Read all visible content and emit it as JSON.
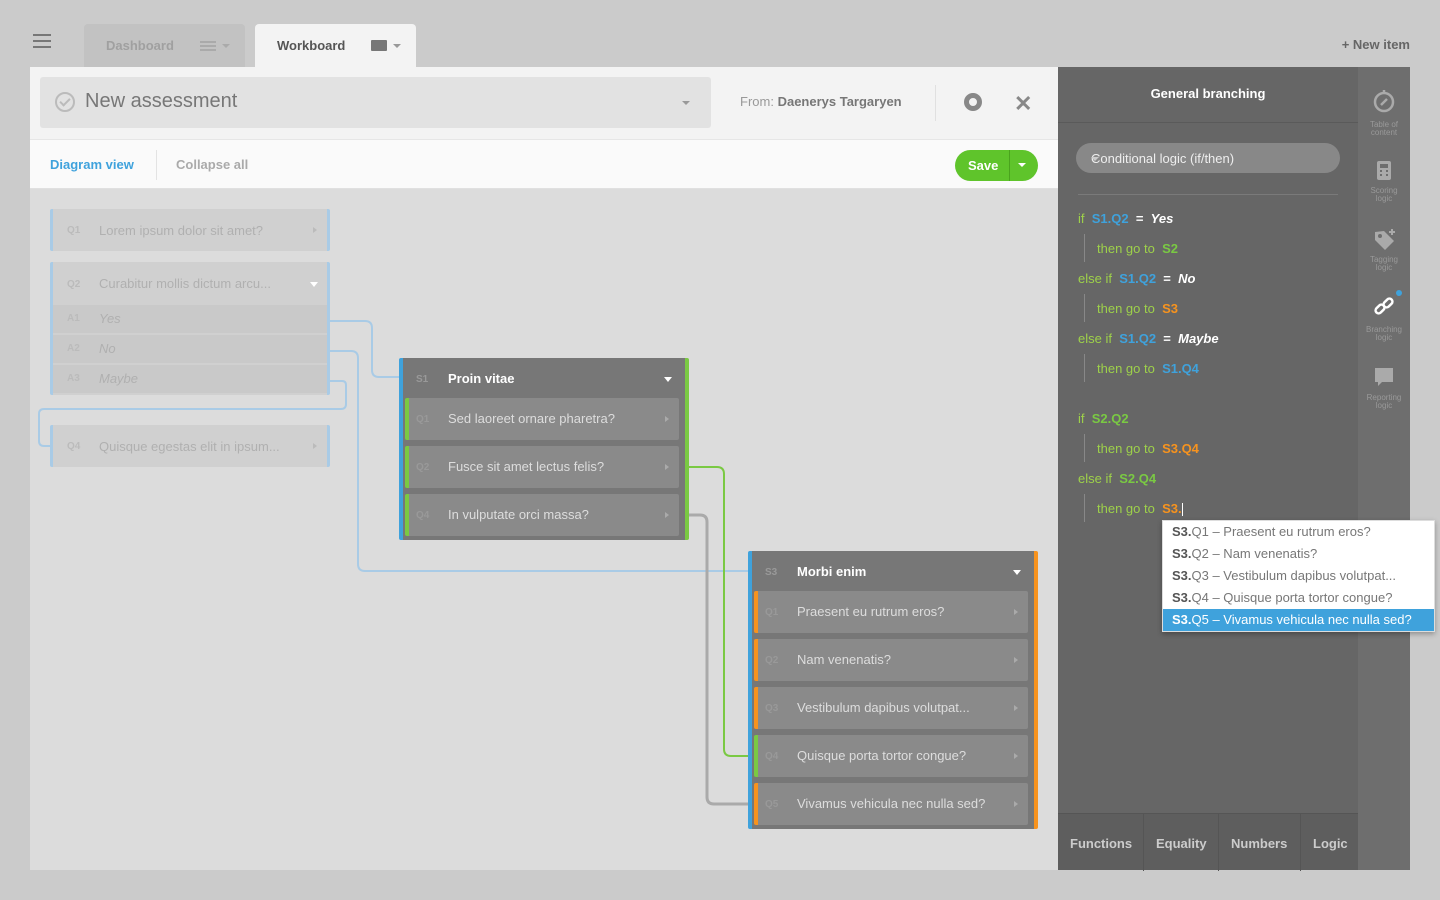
{
  "topbar": {
    "tabs": [
      {
        "label": "Dashboard"
      },
      {
        "label": "Workboard"
      }
    ],
    "new_item": "+ New item"
  },
  "header": {
    "title": "New assessment",
    "from_label": "From:",
    "from_name": "Daenerys Targaryen"
  },
  "toolbar": {
    "diagram_view": "Diagram view",
    "collapse_all": "Collapse all",
    "save": "Save"
  },
  "canvas": {
    "faded": [
      {
        "num": "Q1",
        "text": "Lorem ipsum dolor sit amet?"
      },
      {
        "num": "Q2",
        "text": "Curabitur mollis dictum arcu...",
        "answers": [
          {
            "num": "A1",
            "text": "Yes"
          },
          {
            "num": "A2",
            "text": "No"
          },
          {
            "num": "A3",
            "text": "Maybe"
          }
        ]
      },
      {
        "num": "Q4",
        "text": "Quisque egestas elit in ipsum..."
      }
    ],
    "s1": {
      "num": "S1",
      "title": "Proin vitae",
      "questions": [
        {
          "num": "Q1",
          "text": "Sed laoreet ornare pharetra?"
        },
        {
          "num": "Q2",
          "text": "Fusce sit amet lectus felis?"
        },
        {
          "num": "Q4",
          "text": "In vulputate orci massa?"
        }
      ]
    },
    "s3": {
      "num": "S3",
      "title": "Morbi enim",
      "questions": [
        {
          "num": "Q1",
          "text": "Praesent eu rutrum eros?"
        },
        {
          "num": "Q2",
          "text": "Nam venenatis?"
        },
        {
          "num": "Q3",
          "text": "Vestibulum dapibus volutpat..."
        },
        {
          "num": "Q4",
          "text": "Quisque porta tortor congue?"
        },
        {
          "num": "Q5",
          "text": "Vivamus vehicula nec nulla sed?"
        }
      ]
    }
  },
  "panel": {
    "title": "General branching",
    "select": "Conditional logic (if/then)",
    "code": {
      "if": "if",
      "else_if": "else if",
      "then_go_to": "then go to",
      "eq": "=",
      "l1_ref": "S1.Q2",
      "l1_val": "Yes",
      "l2_dest": "S2",
      "l3_ref": "S1.Q2",
      "l3_val": "No",
      "l4_dest": "S3",
      "l5_ref": "S1.Q2",
      "l5_val": "Maybe",
      "l6_dest": "S1.Q4",
      "l7_ref": "S2.Q2",
      "l8_dest": "S3.Q4",
      "l9_ref": "S2.Q4",
      "l10_dest": "S3."
    },
    "functions": [
      "Functions",
      "Equality",
      "Numbers",
      "Logic"
    ]
  },
  "iconbar": [
    {
      "icon": "compass-icon",
      "label1": "Table of",
      "label2": "content"
    },
    {
      "icon": "calculator-icon",
      "label1": "Scoring",
      "label2": "logic"
    },
    {
      "icon": "tag-icon",
      "label1": "Tagging",
      "label2": "logic"
    },
    {
      "icon": "link-icon",
      "label1": "Branching",
      "label2": "logic"
    },
    {
      "icon": "comment-icon",
      "label1": "Reporting",
      "label2": "logic"
    }
  ],
  "autocomplete": [
    {
      "prefix": "S3.",
      "rest": "Q1 – Praesent eu rutrum eros?"
    },
    {
      "prefix": "S3.",
      "rest": "Q2 – Nam venenatis?"
    },
    {
      "prefix": "S3.",
      "rest": "Q3 – Vestibulum dapibus volutpat..."
    },
    {
      "prefix": "S3.",
      "rest": "Q4 – Quisque porta tortor congue?"
    },
    {
      "prefix": "S3.",
      "rest": "Q5 – Vivamus vehicula nec nulla sed?"
    }
  ],
  "colors": {
    "accent_blue": "#3fa2dc",
    "green": "#5fc42b",
    "orange": "#f7931e"
  }
}
